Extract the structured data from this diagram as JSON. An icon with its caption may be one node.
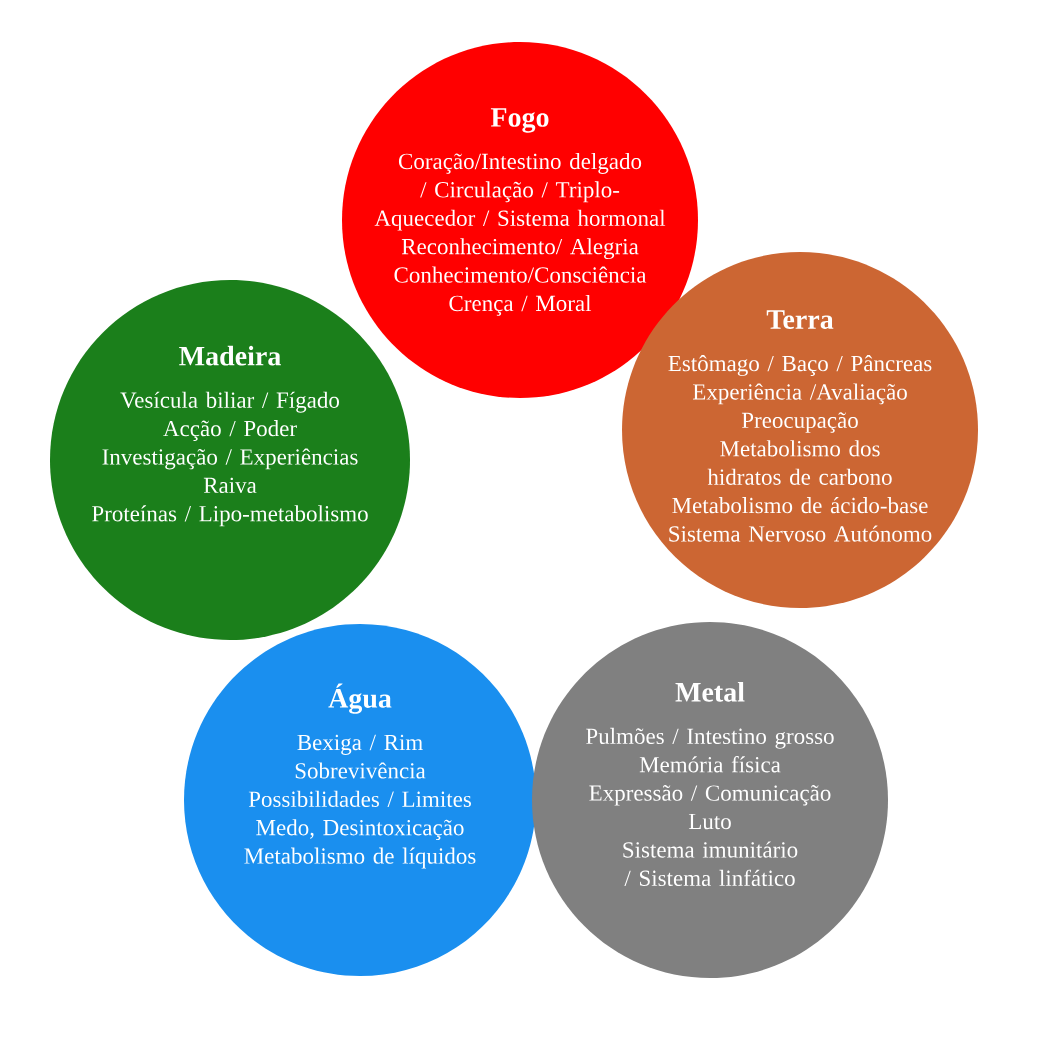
{
  "diagram": {
    "nodes": [
      {
        "text": [
          "Fogo",
          "Coração/Intestino delgado / Circulação / Triplo-Aquecedor / Sistema hormonal",
          "Reconhecimento/ Alegria",
          "Conhecimento/Consciência",
          "Crença / Moral"
        ]
      },
      {
        "text": [
          "Madeira",
          "Vesícula biliar / Fígado",
          "Acção / Poder",
          "Investigação / Experiências",
          "Raiva",
          "Proteínas / Lipo-metabolismo"
        ]
      },
      {
        "text": [
          "Terra",
          "Estômago / Baço / Pâncreas",
          "Experiência /Avaliação",
          "Preocupação",
          "Metabolismo dos hidratos de carbono",
          "Metabolismo de ácido-base",
          "Sistema Nervoso Autónomo"
        ]
      },
      {
        "text": [
          "Água",
          "Bexiga / Rim",
          "Sobrevivência",
          "Possibilidades / Limites",
          "Medo, Desintoxicação",
          "Metabolismo de líquidos"
        ]
      },
      {
        "text": [
          "Metal",
          "Pulmões / Intestino grosso",
          "Memória física",
          "Expressão / Comunicação",
          "Luto",
          "Sistema imunitário / Sistema linfático"
        ]
      }
    ]
  }
}
